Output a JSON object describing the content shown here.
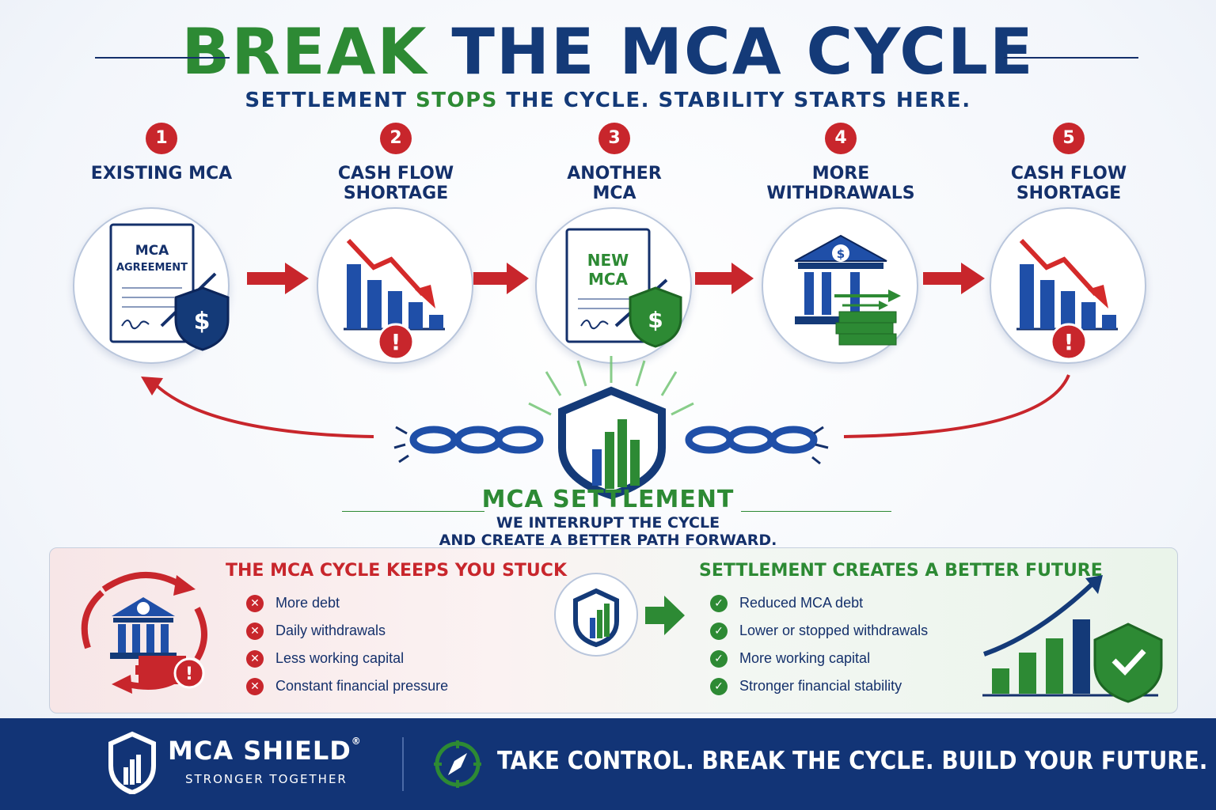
{
  "header": {
    "title_part1": "BREAK",
    "title_part2": "THE MCA CYCLE",
    "subtitle_part1": "SETTLEMENT",
    "subtitle_part2": "STOPS",
    "subtitle_part3": "THE CYCLE. STABILITY STARTS HERE."
  },
  "steps": [
    {
      "number": "1",
      "label": "EXISTING MCA",
      "icon": "mca-agreement-document-icon",
      "doc_title": "MCA",
      "doc_sub": "AGREEMENT"
    },
    {
      "number": "2",
      "label": "CASH FLOW\nSHORTAGE",
      "icon": "declining-chart-warning-icon"
    },
    {
      "number": "3",
      "label": "ANOTHER\nMCA",
      "icon": "new-mca-document-icon",
      "doc_title": "NEW",
      "doc_sub": "MCA"
    },
    {
      "number": "4",
      "label": "MORE\nWITHDRAWALS",
      "icon": "bank-money-withdrawal-icon"
    },
    {
      "number": "5",
      "label": "CASH FLOW\nSHORTAGE",
      "icon": "declining-chart-warning-icon"
    }
  ],
  "center": {
    "title": "MCA SETTLEMENT",
    "subtitle_line1": "WE INTERRUPT THE CYCLE",
    "subtitle_line2": "AND CREATE A BETTER PATH FORWARD."
  },
  "panel": {
    "left": {
      "heading": "THE MCA CYCLE KEEPS YOU STUCK",
      "items": [
        "More debt",
        "Daily withdrawals",
        "Less working capital",
        "Constant financial pressure"
      ],
      "icon": "x-circle-icon"
    },
    "right": {
      "heading": "SETTLEMENT CREATES A BETTER FUTURE",
      "items": [
        "Reduced MCA debt",
        "Lower or stopped withdrawals",
        "More working capital",
        "Stronger financial stability"
      ],
      "icon": "check-circle-icon"
    }
  },
  "footer": {
    "brand": "MCA SHIELD",
    "registered": "®",
    "tagline": "STRONGER TOGETHER",
    "slogan": "TAKE CONTROL. BREAK THE CYCLE. BUILD YOUR FUTURE."
  },
  "colors": {
    "green": "#2d8a34",
    "navy": "#143a78",
    "red": "#c8262c",
    "footer_bg": "#123476"
  }
}
